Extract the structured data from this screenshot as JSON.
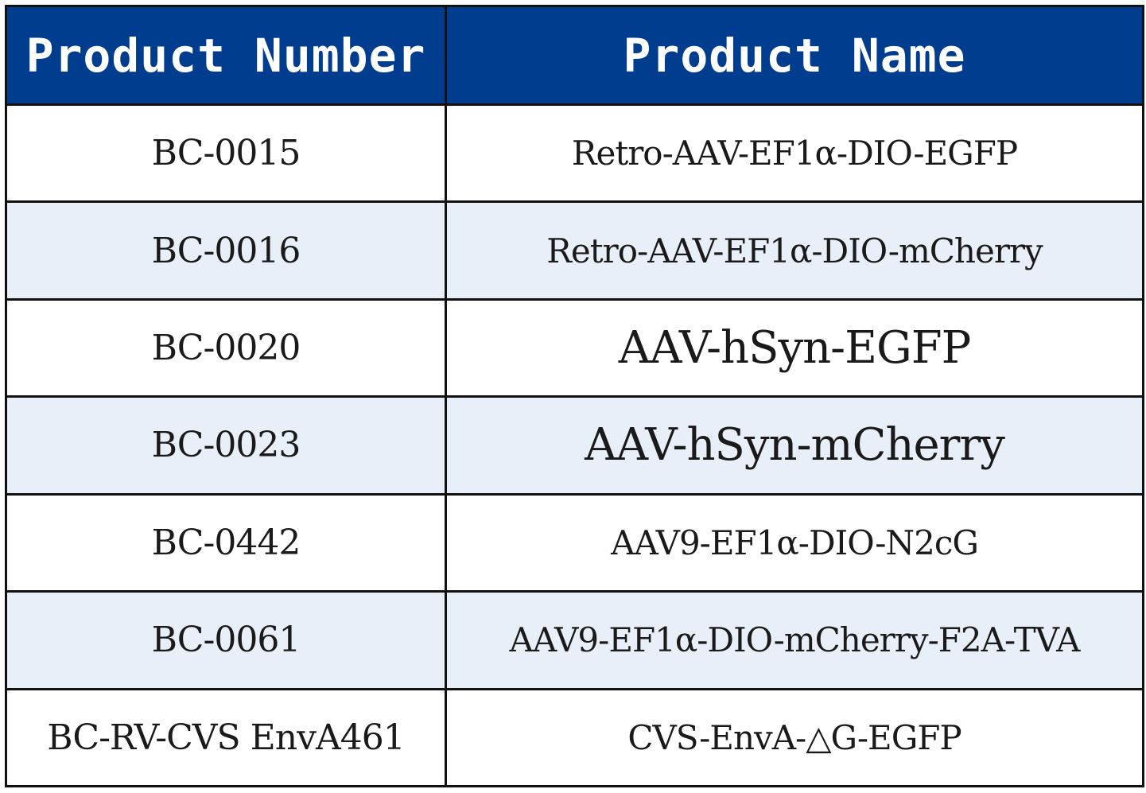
{
  "table": {
    "headers": {
      "number": "Product Number",
      "name": "Product Name"
    },
    "rows": [
      {
        "number": "BC-0015",
        "name": "Retro-AAV-EF1α-DIO-EGFP"
      },
      {
        "number": "BC-0016",
        "name": "Retro-AAV-EF1α-DIO-mCherry"
      },
      {
        "number": "BC-0020",
        "name": "AAV-hSyn-EGFP"
      },
      {
        "number": "BC-0023",
        "name": "AAV-hSyn-mCherry"
      },
      {
        "number": "BC-0442",
        "name": "AAV9-EF1α-DIO-N2cG"
      },
      {
        "number": "BC-0061",
        "name": "AAV9-EF1α-DIO-mCherry-F2A-TVA"
      },
      {
        "number": "BC-RV-CVS EnvA461",
        "name": "CVS-EnvA-△G-EGFP"
      }
    ]
  },
  "colors": {
    "header_background": "#003d8f",
    "header_text": "#ffffff",
    "row_alt_background": "#e9eff8",
    "border": "#111111"
  }
}
